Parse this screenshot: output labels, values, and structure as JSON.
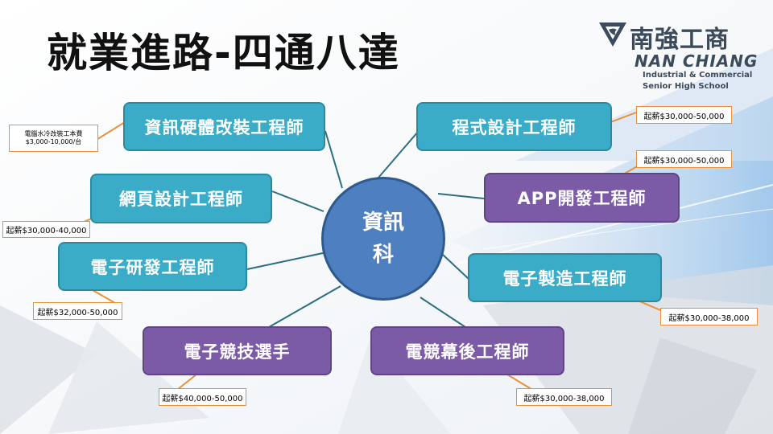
{
  "title": "就業進路-四通八達",
  "logo": {
    "cn": "南強工商",
    "en": "NAN CHIANG",
    "sub1": "Industrial & Commercial",
    "sub2": "Senior High School"
  },
  "center": {
    "label": "資訊\n科"
  },
  "careers": [
    {
      "id": "hardware",
      "label": "資訊硬體改裝工程師",
      "color": "teal",
      "salary_line1": "電腦水冷改裝工本費",
      "salary_line2": "$3,000-10,000/台"
    },
    {
      "id": "programmer",
      "label": "程式設計工程師",
      "color": "teal",
      "salary": "起薪$30,000-50,000"
    },
    {
      "id": "web",
      "label": "網頁設計工程師",
      "color": "teal",
      "salary": "起薪$30,000-40,000"
    },
    {
      "id": "app",
      "label": "APP開發工程師",
      "color": "purple",
      "salary": "起薪$30,000-50,000"
    },
    {
      "id": "electronic-rd",
      "label": "電子研發工程師",
      "color": "teal",
      "salary": "起薪$32,000-50,000"
    },
    {
      "id": "electronic-mfg",
      "label": "電子製造工程師",
      "color": "teal",
      "salary": "起薪$30,000-38,000"
    },
    {
      "id": "esports-player",
      "label": "電子競技選手",
      "color": "purple",
      "salary": "起薪$40,000-50,000"
    },
    {
      "id": "esports-backstage",
      "label": "電競幕後工程師",
      "color": "purple",
      "salary": "起薪$30,000-38,000"
    }
  ],
  "colors": {
    "teal": "#3aacc8",
    "purple": "#7c5ba6",
    "center": "#4e7fc0",
    "connector": "#2a6f80",
    "callout": "#e8913a"
  }
}
